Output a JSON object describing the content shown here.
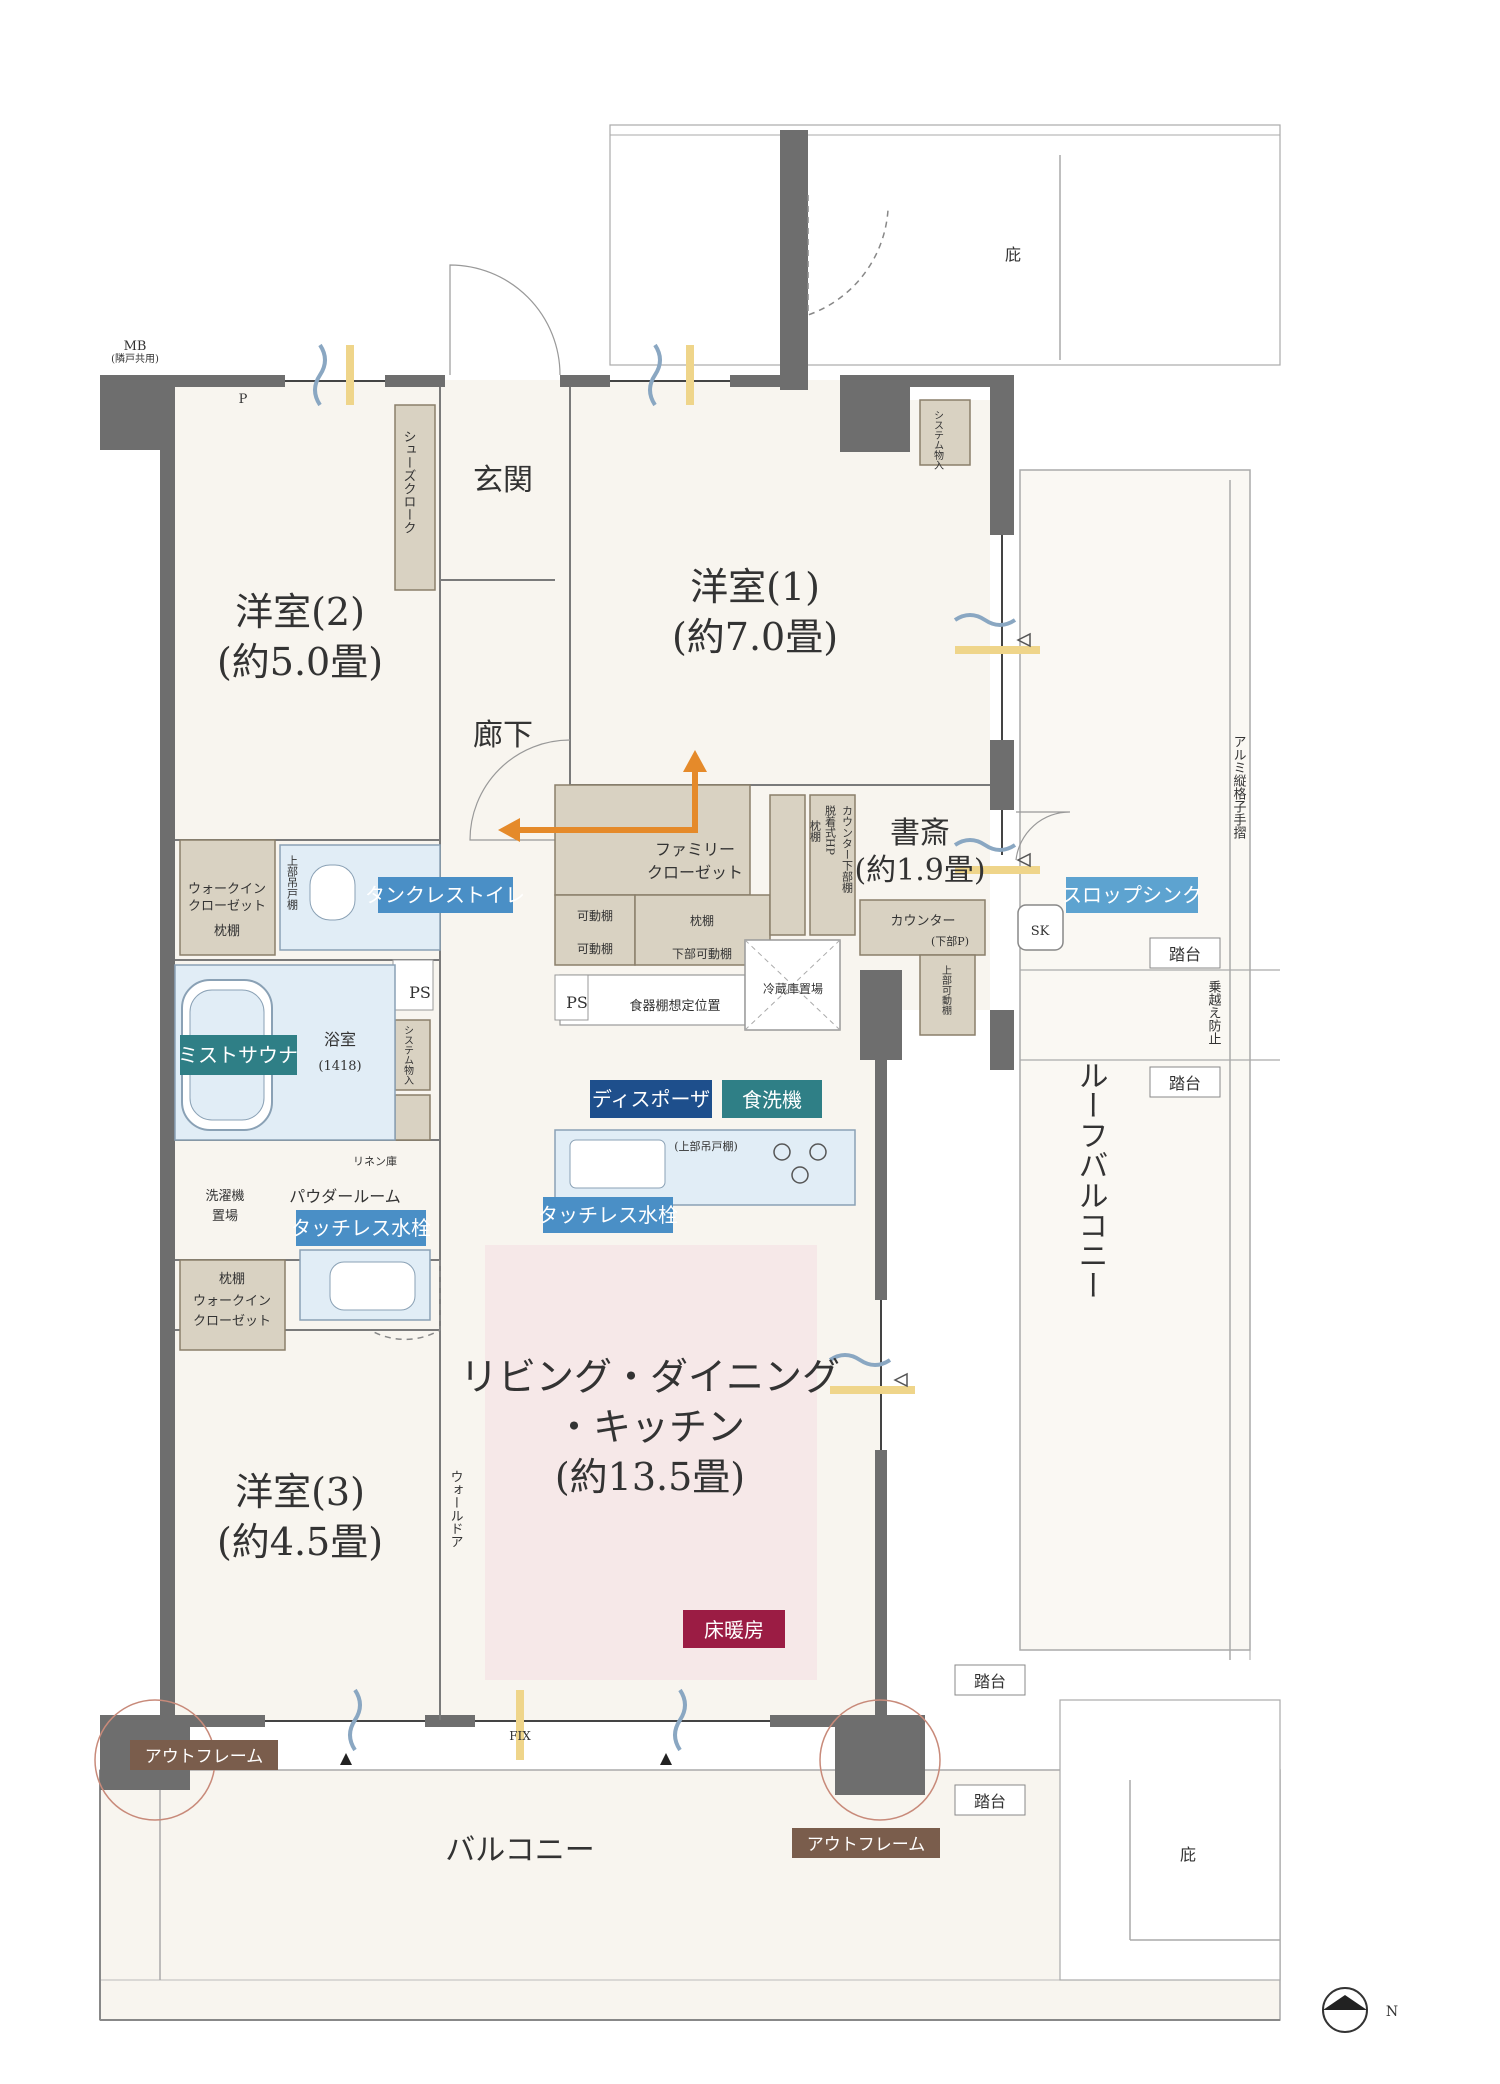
{
  "rooms": {
    "western_1": {
      "name": "洋室(1)",
      "size": "(約7.0畳)"
    },
    "western_2": {
      "name": "洋室(2)",
      "size": "(約5.0畳)"
    },
    "western_3": {
      "name": "洋室(3)",
      "size": "(約4.5畳)"
    },
    "study": {
      "name": "書斎",
      "size": "(約1.9畳)"
    },
    "ldk": {
      "line1": "リビング・ダイニング",
      "line2": "・キッチン",
      "size": "(約13.5畳)"
    },
    "entrance": "玄関",
    "hallway": "廊下",
    "bath": {
      "name": "浴室",
      "size": "(1418)"
    },
    "powder": "パウダールーム"
  },
  "storage": {
    "shoes": "シューズクローク",
    "family_closet": [
      "ファミリー",
      "クローゼット"
    ],
    "wic_upper": [
      "ウォークイン",
      "クローゼット",
      "枕棚"
    ],
    "wic_lower": [
      "枕棚",
      "ウォークイン",
      "クローゼット"
    ],
    "system_storage": "システム物入",
    "linen": "リネン庫",
    "washer": [
      "洗濯機",
      "置場"
    ],
    "upper_cabinet": "上部吊戸棚",
    "movable_shelf": "可動棚",
    "pillow_shelf": "枕棚",
    "lower_movable": "下部可動棚",
    "dish_shelf": "食器棚想定位置",
    "fridge": "冷蔵庫置場",
    "counter_upper": "(上部吊戸棚)",
    "counter": "カウンター",
    "counter_lower": "(下部P)",
    "upper_movable": "上部可動棚",
    "undress_hp": "脱着式HP",
    "counter_lower_shelf": "カウンター下部棚",
    "pillow_vertical": "枕棚"
  },
  "labels": {
    "mb": "MB",
    "mb_sub": "(隣戸共用)",
    "p": "P",
    "ps_1": "PS",
    "ps_2": "PS",
    "sk": "SK",
    "eaves_top": "庇",
    "eaves_bottom": "庇",
    "roof_balcony": "ルーフバルコニー",
    "balcony": "バルコニー",
    "step_1": "踏台",
    "step_2": "踏台",
    "step_3": "踏台",
    "step_4": "踏台",
    "climb_prevent": "乗越え防止",
    "handrail": "アルミ縦格子手摺",
    "fix": "FIX",
    "wall_door": "ウォールドア",
    "compass": "N"
  },
  "tags": {
    "tankless_toilet": "タンクレストイレ",
    "mist_sauna": "ミストサウナ",
    "touchless_faucet_1": "タッチレス水栓",
    "touchless_faucet_2": "タッチレス水栓",
    "disposer": "ディスポーザ",
    "dishwasher": "食洗機",
    "slop_sink": "スロップシンク",
    "floor_heating": "床暖房",
    "outframe_1": "アウトフレーム",
    "outframe_2": "アウトフレーム"
  },
  "colors": {
    "tag_blue": "#4a8fc6",
    "tag_teal": "#2f7f86",
    "tag_navy": "#1e4f8c",
    "tag_crimson": "#9b1c44",
    "tag_brown": "#7a5d4c",
    "arrow_orange": "#e58a2a",
    "ldk_tint": "#f6e8e8"
  }
}
